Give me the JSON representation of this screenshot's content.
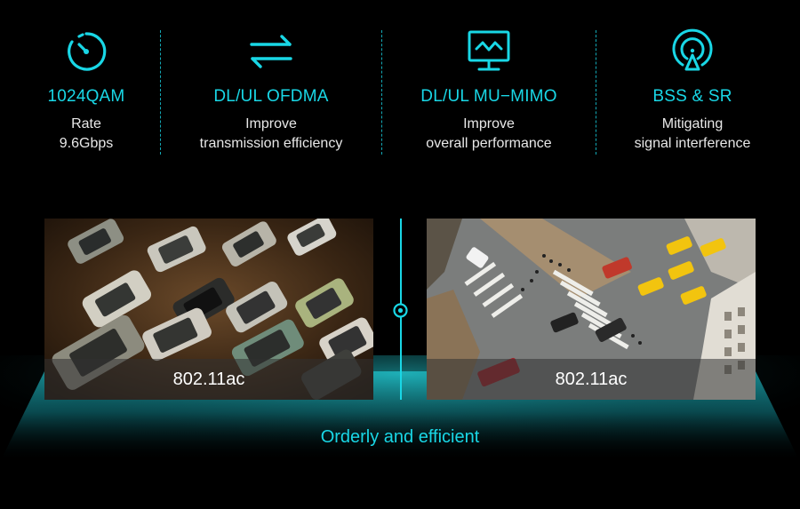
{
  "features": [
    {
      "icon": "speedometer-icon",
      "title": "1024QAM",
      "line1": "Rate",
      "line2": "9.6Gbps"
    },
    {
      "icon": "swap-arrows-icon",
      "title": "DL/UL OFDMA",
      "line1": "Improve",
      "line2": "transmission efficiency"
    },
    {
      "icon": "monitor-chart-icon",
      "title": "DL/UL MU−MIMO",
      "line1": "Improve",
      "line2": "overall performance"
    },
    {
      "icon": "signal-radar-icon",
      "title": "BSS & SR",
      "line1": "Mitigating",
      "line2": "signal interference"
    }
  ],
  "comparison": {
    "left_caption": "802.11ac",
    "right_caption": "802.11ac",
    "bottom_label": "Orderly and efficient"
  },
  "colors": {
    "accent": "#19d7e6",
    "background": "#000000"
  }
}
